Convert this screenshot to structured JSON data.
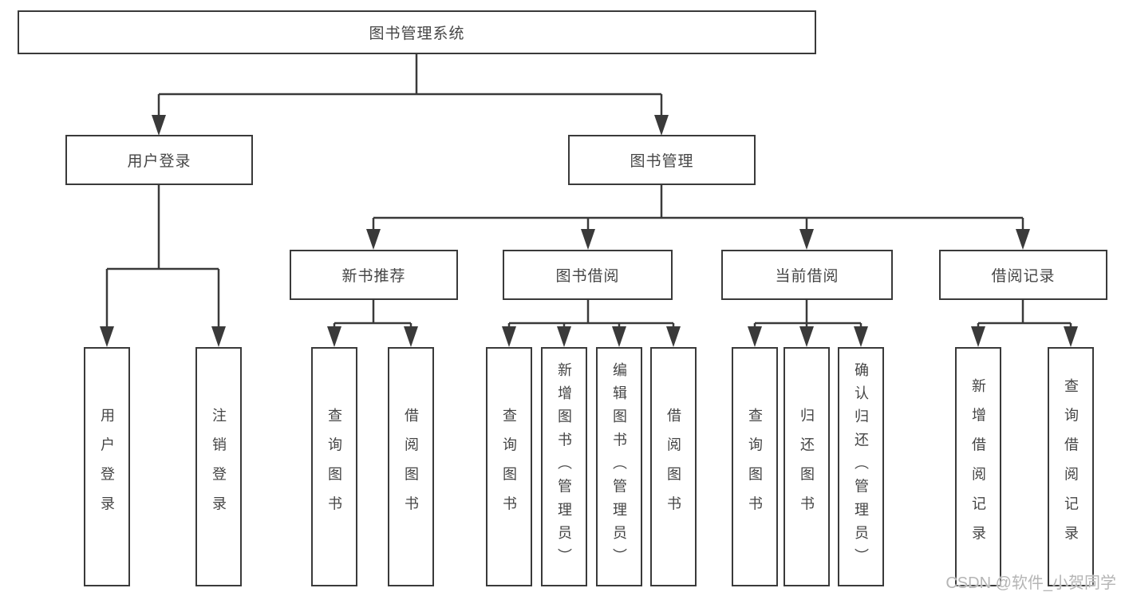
{
  "diagram": {
    "root": {
      "label": "图书管理系统"
    },
    "level2": [
      {
        "label": "用户登录"
      },
      {
        "label": "图书管理"
      }
    ],
    "level3": [
      {
        "label": "新书推荐"
      },
      {
        "label": "图书借阅"
      },
      {
        "label": "当前借阅"
      },
      {
        "label": "借阅记录"
      }
    ],
    "leaves": {
      "user_login": [
        "用户登录",
        "注销登录"
      ],
      "new_book_recommend": [
        "查询图书",
        "借阅图书"
      ],
      "book_borrow": [
        "查询图书",
        "新增图书（管理员）",
        "编辑图书（管理员）",
        "借阅图书"
      ],
      "current_borrow": [
        "查询图书",
        "归还图书",
        "确认归还（管理员）"
      ],
      "borrow_records": [
        "新增借阅记录",
        "查询借阅记录"
      ]
    },
    "watermark": "CSDN @软件_小贺同学",
    "colors": {
      "line": "#3a3a3a",
      "box_border": "#3a3a3a",
      "box_background": "#ffffff",
      "text": "#454545",
      "watermark": "#b5b5b5"
    }
  }
}
